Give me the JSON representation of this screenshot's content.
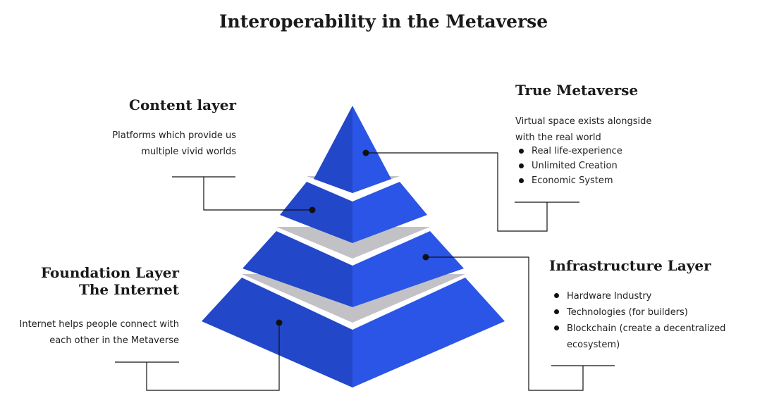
{
  "title": "Interoperability in the Metaverse",
  "content_layer": {
    "heading": "Content layer",
    "description": "Platforms which provide us multiple vivid worlds"
  },
  "true_metaverse": {
    "heading": "True Metaverse",
    "description": "Virtual space exists alongside with the real world",
    "bullets": [
      "Real life-experience",
      "Unlimited Creation",
      "Economic System"
    ]
  },
  "foundation_layer": {
    "heading_line1": "Foundation Layer",
    "heading_line2": "The Internet",
    "description": "Internet helps people connect with each other in the Metaverse"
  },
  "infrastructure_layer": {
    "heading": "Infrastructure Layer",
    "bullets": [
      "Hardware Industry",
      "Technologies (for builders)",
      "Blockchain (create a decentralized ecosystem)"
    ]
  },
  "colors": {
    "pyramid_left": "#2347c9",
    "pyramid_right": "#2b55e6",
    "separator": "#c2c2c6",
    "connector": "#111111"
  }
}
